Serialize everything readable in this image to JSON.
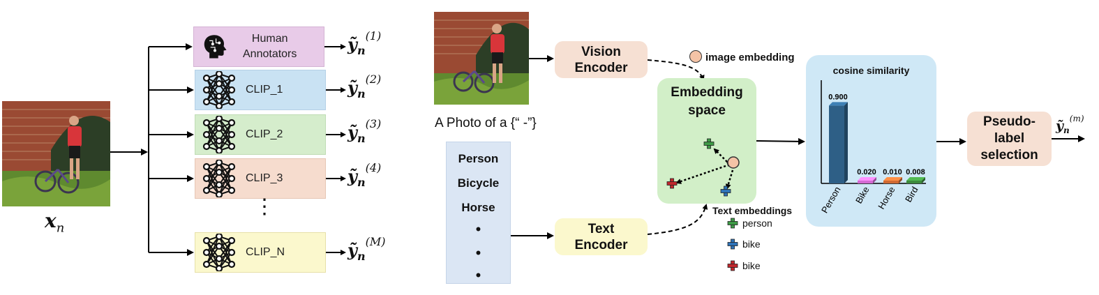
{
  "left": {
    "input_label": "x",
    "input_subscript": "n",
    "annotator_label_line1": "Human",
    "annotator_label_line2": "Annotators",
    "clip_labels": [
      "CLIP_1",
      "CLIP_2",
      "CLIP_3",
      "CLIP_N"
    ],
    "ellipsis": "⋮",
    "outputs": [
      {
        "base": "ỹ",
        "sub": "n",
        "sup": "(1)"
      },
      {
        "base": "ỹ",
        "sub": "n",
        "sup": "(2)"
      },
      {
        "base": "ỹ",
        "sub": "n",
        "sup": "(3)"
      },
      {
        "base": "ỹ",
        "sub": "n",
        "sup": "(4)"
      },
      {
        "base": "ỹ",
        "sub": "n",
        "sup": "(M)"
      }
    ]
  },
  "right": {
    "prompt_text": "A Photo of a {“ -”}",
    "classes": [
      "Person",
      "Bicycle",
      "Horse"
    ],
    "bullets": [
      "•",
      "•",
      "•"
    ],
    "vision_encoder_line1": "Vision",
    "vision_encoder_line2": "Encoder",
    "text_encoder_line1": "Text",
    "text_encoder_line2": "Encoder",
    "image_embedding_label": "image embedding",
    "embedding_space_line1": "Embedding",
    "embedding_space_line2": "space",
    "text_embeddings_title": "Text embeddings",
    "text_embedding_items": [
      {
        "label": "person",
        "color": "#3e9a46"
      },
      {
        "label": "bike",
        "color": "#2f73b8"
      },
      {
        "label": "bike",
        "color": "#c0282d"
      }
    ],
    "pseudo_label_line1": "Pseudo-",
    "pseudo_label_line2": "label",
    "pseudo_label_line3": "selection",
    "final_output": {
      "base": "ỹ",
      "sub": "n",
      "sup": "(m)"
    }
  },
  "chart_data": {
    "type": "bar",
    "title": "cosine similarity",
    "categories": [
      "Person",
      "Bike",
      "Horse",
      "Bird"
    ],
    "values": [
      0.9,
      0.02,
      0.01,
      0.008
    ],
    "value_labels": [
      "0.900",
      "0.020",
      "0.010",
      "0.008"
    ],
    "colors": [
      "#2e5f86",
      "#d46bd4",
      "#d06a33",
      "#3d8a3d"
    ],
    "ylim": [
      0,
      1.0
    ]
  },
  "colors": {
    "annotator": "#e8cbe8",
    "clip1": "#c9e2f3",
    "clip2": "#d5edcc",
    "clip3": "#f6dcce",
    "clipN": "#fbf8cd",
    "encoder": "#f6e0d3",
    "text_encoder": "#fbf8cd",
    "embedding_space": "#d2efc8",
    "class_list": "#dbe6f4",
    "chart_panel": "#cfe8f6",
    "pseudo_label": "#f6e0d3"
  }
}
